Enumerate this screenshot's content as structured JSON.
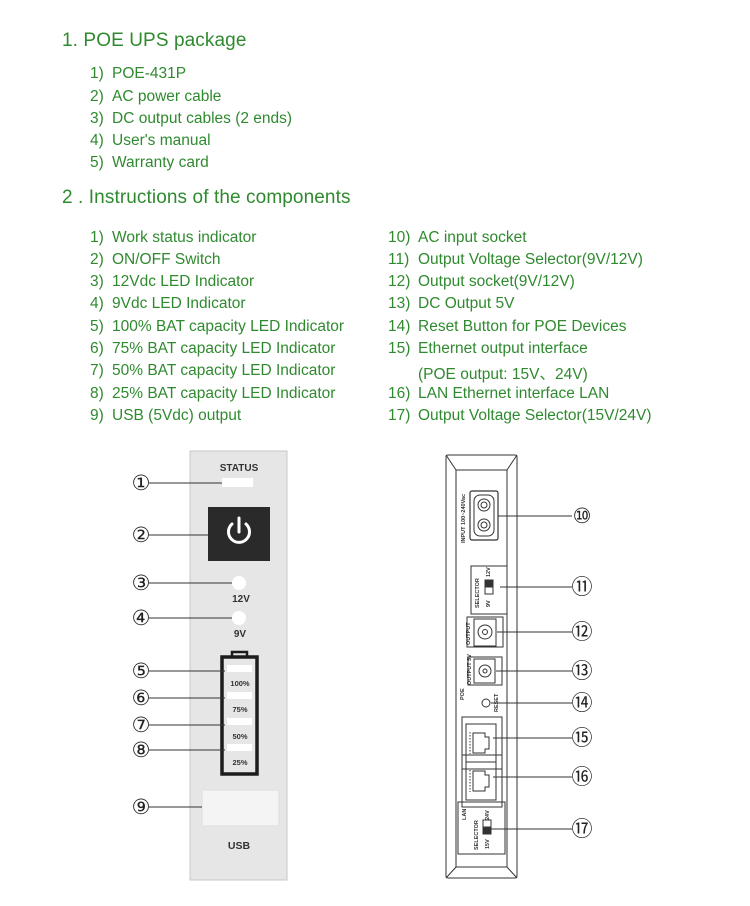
{
  "section1": {
    "title": "1.  POE UPS package",
    "items": [
      {
        "num": "1)",
        "text": "POE-431P"
      },
      {
        "num": "2)",
        "text": "AC power cable"
      },
      {
        "num": "3)",
        "text": "DC output cables (2 ends)"
      },
      {
        "num": "4)",
        "text": "User's manual"
      },
      {
        "num": "5)",
        "text": "Warranty card"
      }
    ]
  },
  "section2": {
    "title": "2 . Instructions of the components",
    "left": [
      {
        "num": "1)",
        "text": "Work status indicator"
      },
      {
        "num": "2)",
        "text": "ON/OFF Switch"
      },
      {
        "num": "3)",
        "text": "12Vdc LED Indicator"
      },
      {
        "num": "4)",
        "text": "9Vdc LED Indicator"
      },
      {
        "num": "5)",
        "text": "100% BAT capacity LED Indicator"
      },
      {
        "num": "6)",
        "text": "75% BAT capacity LED Indicator"
      },
      {
        "num": "7)",
        "text": "50% BAT capacity LED Indicator"
      },
      {
        "num": "8)",
        "text": "25% BAT capacity LED Indicator"
      },
      {
        "num": "9)",
        "text": "USB (5Vdc) output"
      }
    ],
    "right": [
      {
        "num": "10)",
        "text": "AC input socket"
      },
      {
        "num": "11)",
        "text": "Output Voltage Selector(9V/12V)"
      },
      {
        "num": "12)",
        "text": "Output socket(9V/12V)"
      },
      {
        "num": "13)",
        "text": "DC Output 5V"
      },
      {
        "num": "14)",
        "text": "Reset Button for POE Devices"
      },
      {
        "num": "15)",
        "text": "Ethernet output interface"
      },
      {
        "num": "",
        "text": "(POE output: 15V、24V)"
      },
      {
        "num": "16)",
        "text": "LAN Ethernet interface LAN"
      },
      {
        "num": "17)",
        "text": "Output Voltage Selector(15V/24V)"
      }
    ]
  },
  "front_panel": {
    "status": "STATUS",
    "v12": "12V",
    "v9": "9V",
    "p100": "100%",
    "p75": "75%",
    "p50": "50%",
    "p25": "25%",
    "usb": "USB",
    "callouts": [
      "①",
      "②",
      "③",
      "④",
      "⑤",
      "⑥",
      "⑦",
      "⑧",
      "⑨"
    ]
  },
  "side_panel": {
    "input_label": "INPUT 100~240Vac",
    "selector": "SELECTOR",
    "v9": "9V",
    "v12": "12V",
    "output": "OUTPUT",
    "output5v": "OUTPUT 5V",
    "poe": "POE",
    "reset": "RESET",
    "lan": "LAN",
    "selector2": "SELECTOR",
    "v15": "15V",
    "v24": "24V",
    "callouts": [
      "⑩",
      "⑪",
      "⑫",
      "⑬",
      "⑭",
      "⑮",
      "⑯",
      "⑰"
    ]
  }
}
